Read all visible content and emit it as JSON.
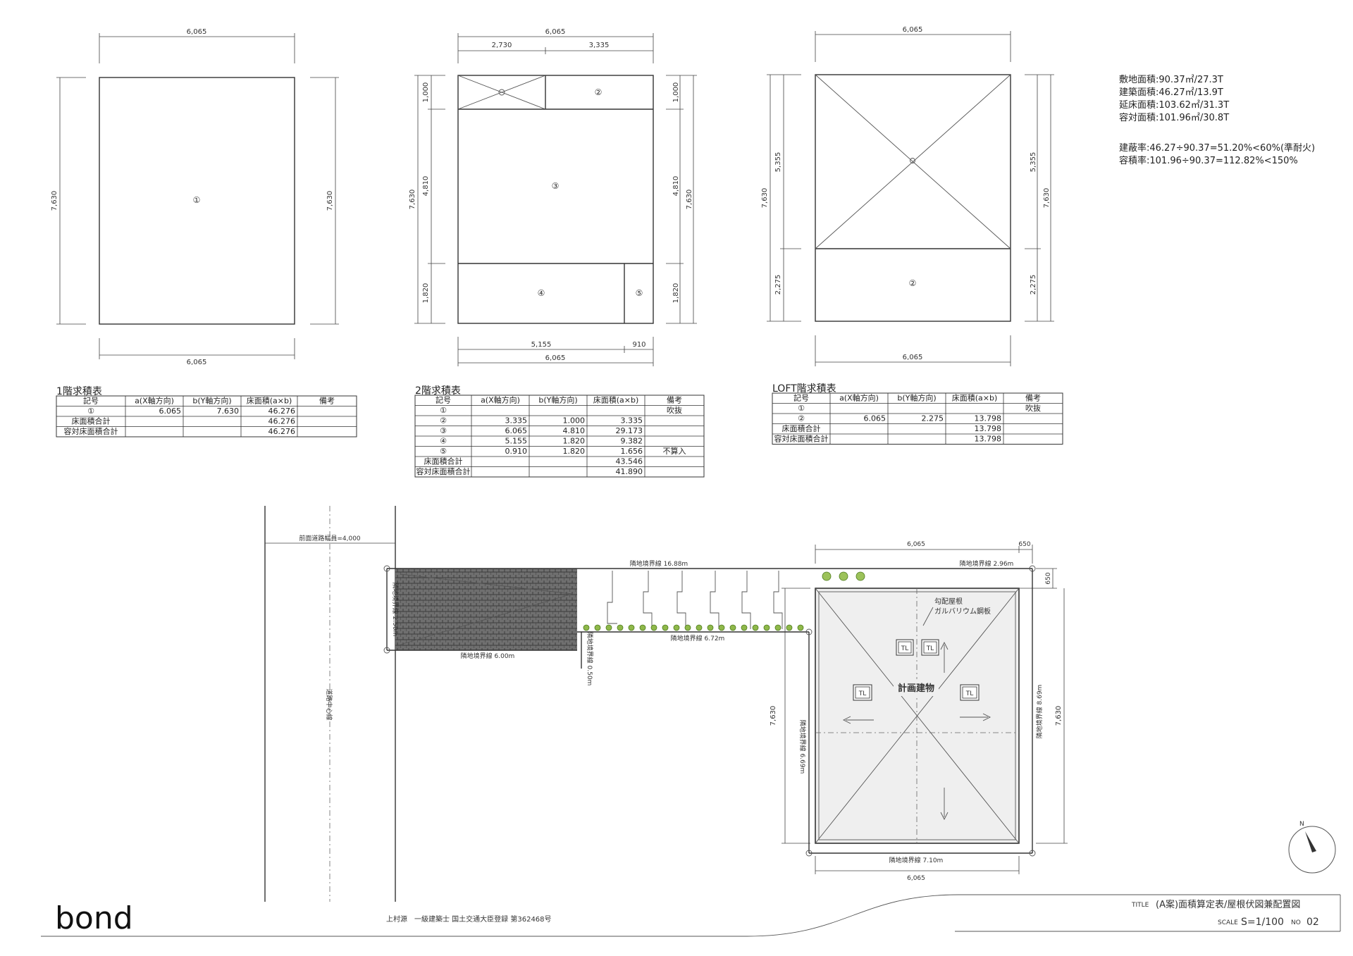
{
  "plans": {
    "f1": {
      "dim_top": "6,065",
      "dim_bottom": "6,065",
      "dim_left": "7,630",
      "dim_right": "7,630",
      "area_label": "①"
    },
    "f2": {
      "dim_top_total": "6,065",
      "dim_top_a": "2,730",
      "dim_top_b": "3,335",
      "dim_bottom_a": "5,155",
      "dim_bottom_b": "910",
      "dim_bottom_total": "6,065",
      "dim_left_total": "7,630",
      "dim_left_a": "1,000",
      "dim_left_b": "4,810",
      "dim_left_c": "1,820",
      "dim_right_total": "7,630",
      "dim_right_a": "1,000",
      "dim_right_b": "4,810",
      "dim_right_c": "1,820",
      "labels": [
        "②",
        "③",
        "④",
        "⑤"
      ]
    },
    "loft": {
      "dim_top": "6,065",
      "dim_bottom": "6,065",
      "dim_left_total": "7,630",
      "dim_left_a": "5,355",
      "dim_left_b": "2,275",
      "dim_right_total": "7,630",
      "dim_right_a": "5,355",
      "dim_right_b": "2,275",
      "label": "②"
    }
  },
  "summary": {
    "lines": [
      "敷地面積:90.37㎡/27.3T",
      "建築面積:46.27㎡/13.9T",
      "延床面積:103.62㎡/31.3T",
      "容対面積:101.96㎡/30.8T"
    ],
    "ratios": [
      "建蔽率:46.27÷90.37=51.20%<60%(準耐火)",
      "容積率:101.96÷90.37=112.82%<150%"
    ]
  },
  "tables": {
    "t1": {
      "title": "1階求積表",
      "headers": [
        "記号",
        "a(X軸方向)",
        "b(Y軸方向)",
        "床面積(a×b)",
        "備考"
      ],
      "rows": [
        [
          "①",
          "6.065",
          "7.630",
          "46.276",
          ""
        ],
        [
          "床面積合計",
          "",
          "",
          "46.276",
          ""
        ],
        [
          "容対床面積合計",
          "",
          "",
          "46.276",
          ""
        ]
      ]
    },
    "t2": {
      "title": "2階求積表",
      "headers": [
        "記号",
        "a(X軸方向)",
        "b(Y軸方向)",
        "床面積(a×b)",
        "備考"
      ],
      "rows": [
        [
          "①",
          "",
          "",
          "",
          "吹抜"
        ],
        [
          "②",
          "3.335",
          "1.000",
          "3.335",
          ""
        ],
        [
          "③",
          "6.065",
          "4.810",
          "29.173",
          ""
        ],
        [
          "④",
          "5.155",
          "1.820",
          "9.382",
          ""
        ],
        [
          "⑤",
          "0.910",
          "1.820",
          "1.656",
          "不算入"
        ],
        [
          "床面積合計",
          "",
          "",
          "43.546",
          ""
        ],
        [
          "容対床面積合計",
          "",
          "",
          "41.890",
          ""
        ]
      ]
    },
    "t3": {
      "title": "LOFT階求積表",
      "headers": [
        "記号",
        "a(X軸方向)",
        "b(Y軸方向)",
        "床面積(a×b)",
        "備考"
      ],
      "rows": [
        [
          "①",
          "",
          "",
          "",
          "吹抜"
        ],
        [
          "②",
          "6.065",
          "2.275",
          "13.798",
          ""
        ],
        [
          "床面積合計",
          "",
          "",
          "13.798",
          ""
        ],
        [
          "容対床面積合計",
          "",
          "",
          "13.798",
          ""
        ]
      ]
    }
  },
  "site": {
    "road_width": "前面道路幅員=4,000",
    "road_center": "道路中心線",
    "b_top_long": "隣地境界線 16.88m",
    "b_top_short": "隣地境界線 2.96m",
    "b_left_short": "隣地境界線 2.50m",
    "b_lower": "隣地境界線 6.00m",
    "b_mid": "隣地境界線 6.72m",
    "b_vert_small": "隣地境界線 0.50m",
    "b_left_long": "隣地境界線 6.69m",
    "b_right": "隣地境界線 8.69m",
    "b_bottom": "隣地境界線 7.10m",
    "dim_top": "6,065",
    "dim_top_b": "650",
    "dim_right_top": "650",
    "dim_left": "7,630",
    "dim_right": "7,630",
    "dim_bottom": "6,065",
    "roof_note_1": "勾配屋根",
    "roof_note_2": "ガルバリウム鋼板",
    "building": "計画建物",
    "tl": "TL"
  },
  "compass": {
    "north": "N"
  },
  "title_block": {
    "brand": "bond",
    "architect": "上村源　一級建築士 国土交通大臣登録 第362468号",
    "title_label": "TITLE",
    "title": "(A案)面積算定表/屋根伏図兼配置図",
    "scale_label": "SCALE",
    "scale": "S=1/100",
    "no_label": "NO",
    "no": "02"
  }
}
